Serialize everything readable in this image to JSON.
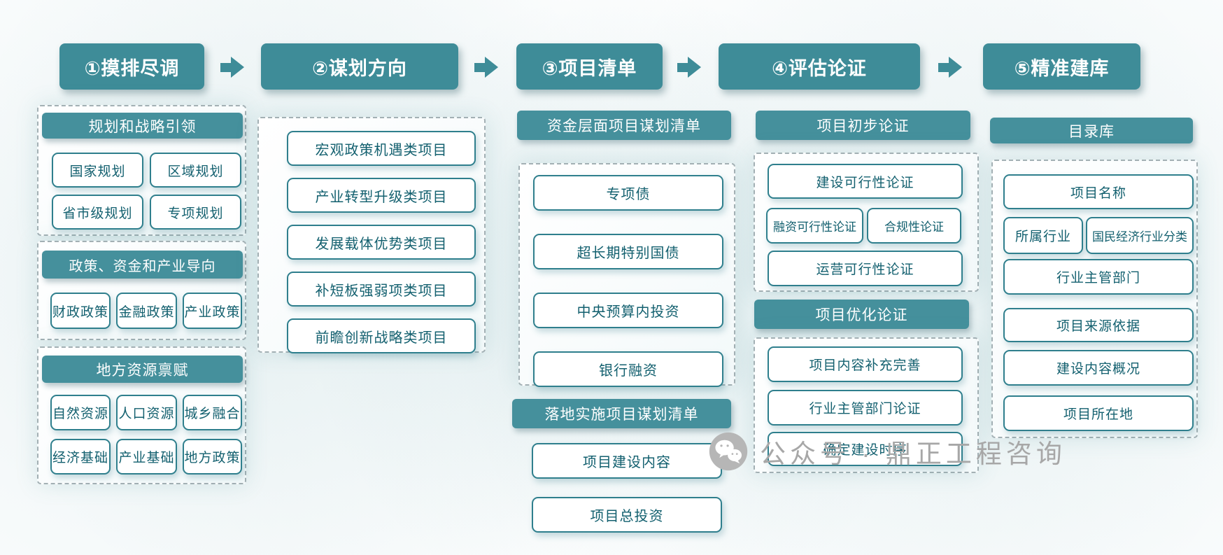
{
  "steps": [
    {
      "label": "①摸排尽调"
    },
    {
      "label": "②谋划方向"
    },
    {
      "label": "③项目清单"
    },
    {
      "label": "④评估论证"
    },
    {
      "label": "⑤精准建库"
    }
  ],
  "survey": {
    "groups": [
      {
        "title": "规划和战略引领",
        "items": [
          "国家规划",
          "区域规划",
          "省市级规划",
          "专项规划"
        ]
      },
      {
        "title": "政策、资金和产业导向",
        "items": [
          "财政政策",
          "金融政策",
          "产业政策"
        ]
      },
      {
        "title": "地方资源禀赋",
        "items": [
          "自然资源",
          "人口资源",
          "城乡融合",
          "经济基础",
          "产业基础",
          "地方政策"
        ]
      }
    ]
  },
  "direction": {
    "items": [
      "宏观政策机遇类项目",
      "产业转型升级类项目",
      "发展载体优势类项目",
      "补短板强弱项类项目",
      "前瞻创新战略类项目"
    ]
  },
  "project_list": {
    "groups": [
      {
        "title": "资金层面项目谋划清单",
        "items": [
          "专项债",
          "超长期特别国债",
          "中央预算内投资",
          "银行融资"
        ]
      },
      {
        "title": "落地实施项目谋划清单",
        "items": [
          "项目建设内容",
          "项目总投资"
        ]
      }
    ]
  },
  "evaluation": {
    "groups": [
      {
        "title": "项目初步论证",
        "items": [
          "建设可行性论证",
          "融资可行性论证",
          "合规性论证",
          "运营可行性论证"
        ]
      },
      {
        "title": "项目优化论证",
        "items": [
          "项目内容补充完善",
          "行业主管部门论证",
          "确定建设时序"
        ]
      }
    ]
  },
  "database": {
    "title": "目录库",
    "items": [
      "项目名称",
      "所属行业",
      "国民经济行业分类",
      "行业主管部门",
      "项目来源依据",
      "建设内容概况",
      "项目所在地"
    ]
  },
  "watermark": {
    "text": "公众号 · 鼎正工程咨询"
  },
  "colors": {
    "teal": "#3e8c98",
    "box_border": "#2f7f8d",
    "box_text": "#13606f",
    "dash_grey": "#a3b0b4",
    "watermark_grey": "#a7a7a7"
  }
}
